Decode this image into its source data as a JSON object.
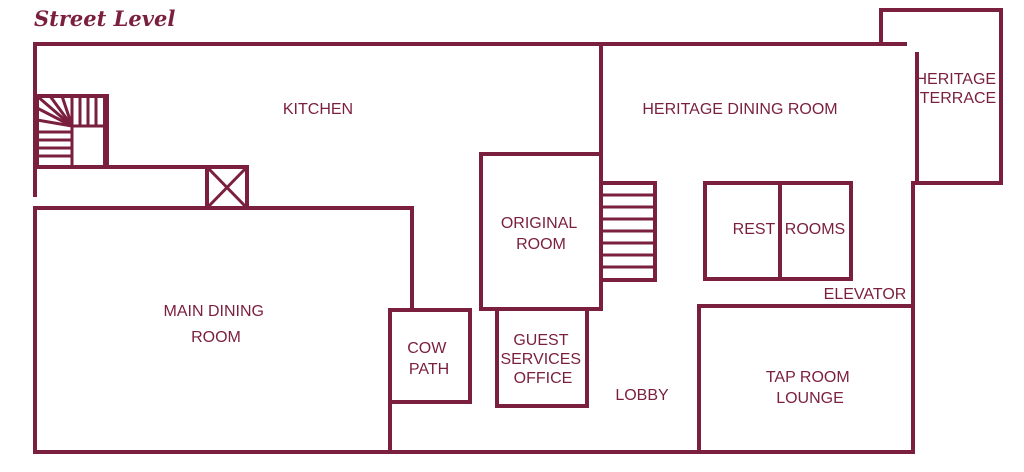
{
  "title": "Street Level",
  "colors": {
    "ink": "#7a1f3d",
    "background": "#ffffff"
  },
  "rooms": {
    "kitchen": [
      "KITCHEN"
    ],
    "heritage_dining_room": [
      "HERITAGE DINING ROOM"
    ],
    "heritage_terrace": [
      "HERITAGE",
      "TERRACE"
    ],
    "original_room": [
      "ORIGINAL",
      "ROOM"
    ],
    "rest": [
      "REST"
    ],
    "rooms": [
      "ROOMS"
    ],
    "elevator": [
      "ELEVATOR"
    ],
    "main_dining_room": [
      "MAIN DINING",
      "ROOM"
    ],
    "cow_path": [
      "COW",
      "PATH"
    ],
    "guest_services_office": [
      "GUEST",
      "SERVICES",
      "OFFICE"
    ],
    "lobby": [
      "LOBBY"
    ],
    "tap_room_lounge": [
      "TAP ROOM",
      "LOUNGE"
    ]
  },
  "icons": {
    "stairs": "stairs-icon",
    "elevator_shaft": "elevator-shaft-icon"
  }
}
